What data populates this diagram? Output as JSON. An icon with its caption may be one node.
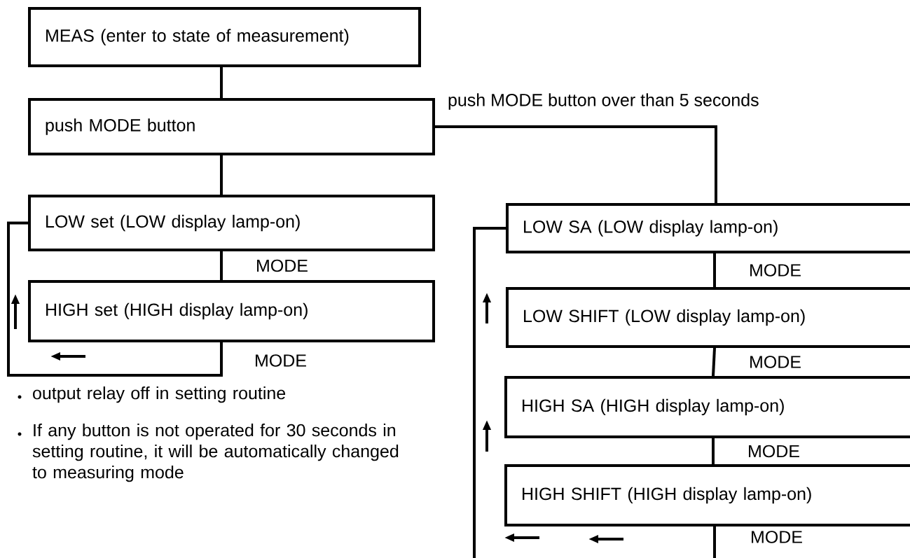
{
  "diagram": {
    "nodes": [
      {
        "text": [
          "MEAS (enter to state of measurement)"
        ]
      },
      {
        "text": [
          "push MODE button"
        ]
      },
      {
        "text": [
          "LOW set (LOW display lamp-on)"
        ]
      },
      {
        "text": [
          "HIGH set (HIGH display lamp-on)"
        ]
      },
      {
        "text": [
          "LOW SA (LOW display lamp-on)"
        ]
      },
      {
        "text": [
          "LOW SHIFT (LOW display lamp-on)"
        ]
      },
      {
        "text": [
          "HIGH SA (HIGH display lamp-on)"
        ]
      },
      {
        "text": [
          "HIGH SHIFT (HIGH display lamp-on)"
        ]
      }
    ],
    "edges": [
      {
        "from": 0,
        "to": 1,
        "arrow": "none"
      },
      {
        "from": 1,
        "to": 4,
        "arrow": "none",
        "label": "push MODE button over than 5 seconds"
      },
      {
        "from": 1,
        "to": 2,
        "arrow": "none"
      },
      {
        "from": 2,
        "to": 3,
        "arrow": "none",
        "label": "MODE"
      },
      {
        "from": 3,
        "to": 2,
        "arrow": "none",
        "label": "MODE"
      },
      {
        "from": 4,
        "to": 5,
        "arrow": "none",
        "label": "MODE"
      },
      {
        "from": 5,
        "to": 6,
        "arrow": "none",
        "label": "MODE"
      },
      {
        "from": 6,
        "to": 7,
        "arrow": "none",
        "label": "MODE"
      },
      {
        "from": 7,
        "to": 4,
        "arrow": "none",
        "label": "MODE"
      }
    ],
    "labels": [
      "output relay off in setting routine",
      "If any button is not operated for 30 seconds in setting routine, it will be automatically changed to measuring mode"
    ]
  }
}
